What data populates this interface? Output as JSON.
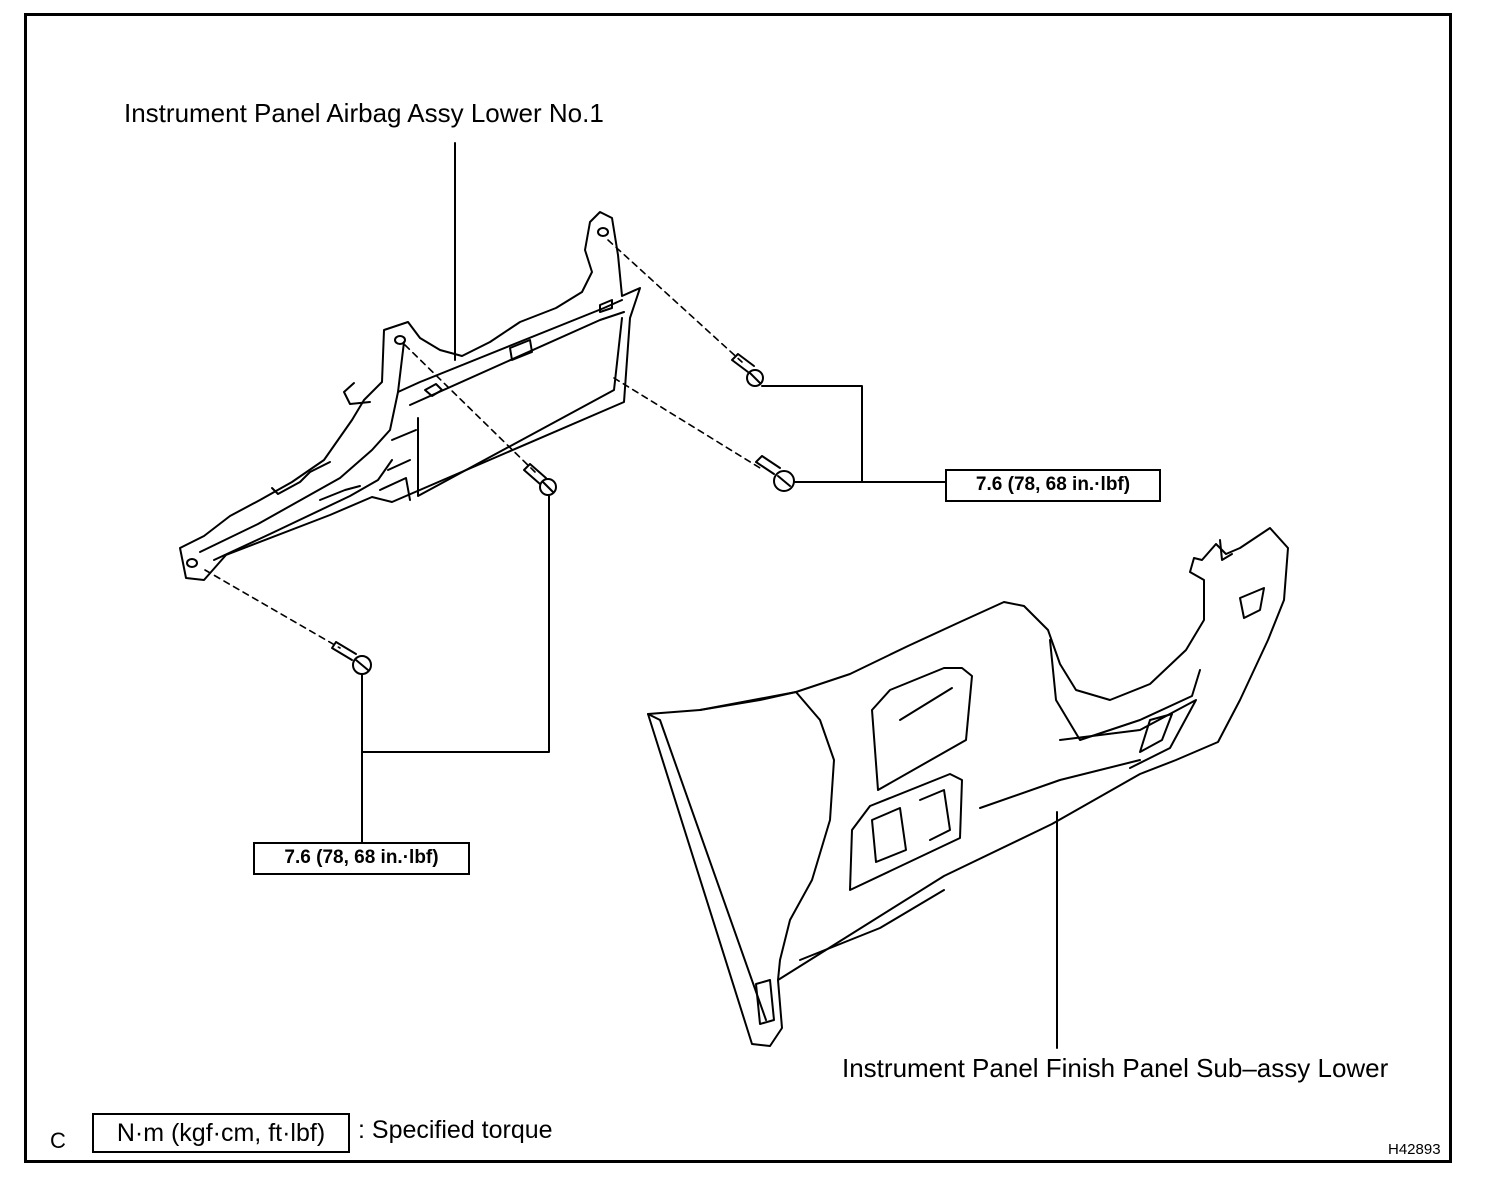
{
  "labels": {
    "upper_part": "Instrument Panel Airbag Assy Lower No.1",
    "lower_part": "Instrument Panel Finish Panel Sub–assy Lower"
  },
  "torque_specs": [
    {
      "value": "7.6 (78, 68 in.·lbf)"
    },
    {
      "value": "7.6 (78, 68 in.·lbf)"
    }
  ],
  "legend": {
    "unit_box": "N·m (kgf·cm, ft·lbf)",
    "description": ": Specified torque"
  },
  "corner_letter": "C",
  "figure_id": "H42893"
}
